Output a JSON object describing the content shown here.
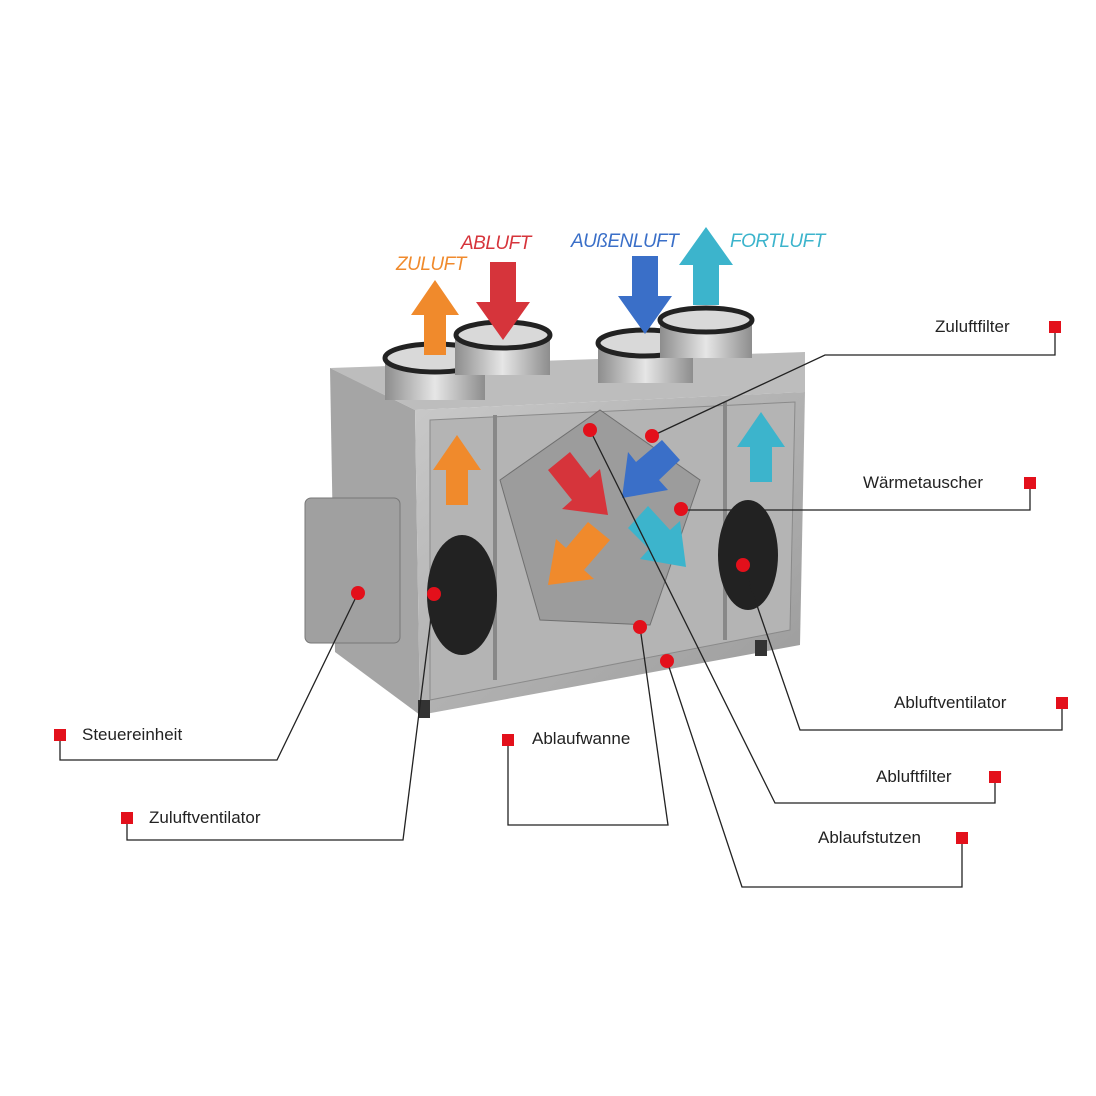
{
  "airflows": {
    "zuluft": {
      "label": "ZULUFT",
      "color": "#f08a2c"
    },
    "abluft": {
      "label": "ABLUFT",
      "color": "#d6343b"
    },
    "aussenluft": {
      "label": "AUßENLUFT",
      "color": "#3a6fc8"
    },
    "fortluft": {
      "label": "FORTLUFT",
      "color": "#3cb4cc"
    }
  },
  "callouts": {
    "zuluftfilter": "Zuluftfilter",
    "waermetauscher": "Wärmetauscher",
    "abluftventilator": "Abluftventilator",
    "abluftfilter": "Abluftfilter",
    "ablaufstutzen": "Ablaufstutzen",
    "ablaufwanne": "Ablaufwanne",
    "steuereinheit": "Steuereinheit",
    "zuluftventilator": "Zuluftventilator"
  },
  "marker_color": "#e3101b"
}
